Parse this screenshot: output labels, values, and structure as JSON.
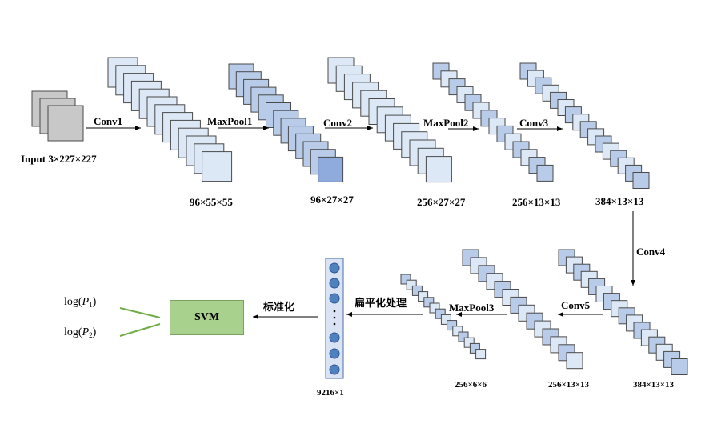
{
  "input_label": "Input 3×227×227",
  "ops": {
    "conv1": "Conv1",
    "maxpool1": "MaxPool1",
    "conv2": "Conv2",
    "maxpool2": "MaxPool2",
    "conv3": "Conv3",
    "conv4": "Conv4",
    "conv5": "Conv5",
    "maxpool3": "MaxPool3",
    "flatten": "扁平化处理",
    "normalize": "标准化"
  },
  "dims": {
    "conv1_out": "96×55×55",
    "pool1_out": "96×27×27",
    "conv2_out": "256×27×27",
    "pool2_out": "256×13×13",
    "conv3_out": "384×13×13",
    "conv4_out": "384×13×13",
    "conv5_out": "256×13×13",
    "pool3_out": "256×6×6",
    "flat_out": "9216×1"
  },
  "svm_label": "SVM",
  "outputs": {
    "p1": {
      "prefix": "log(",
      "var": "P",
      "sub": "1",
      "suffix": ")"
    },
    "p2": {
      "prefix": "log(",
      "var": "P",
      "sub": "2",
      "suffix": ")"
    }
  },
  "colors": {
    "input_fill": "#c8c8c8",
    "light_fill": "#dde8f6",
    "mid_fill": "#b8cbe8",
    "dark_fill": "#8faadc",
    "stroke": "#4a4a4a",
    "neuron_fill": "#4f81bd",
    "column_fill": "#dae3f3",
    "svm_fill": "#a9d18e",
    "line_green": "#70ad47"
  }
}
